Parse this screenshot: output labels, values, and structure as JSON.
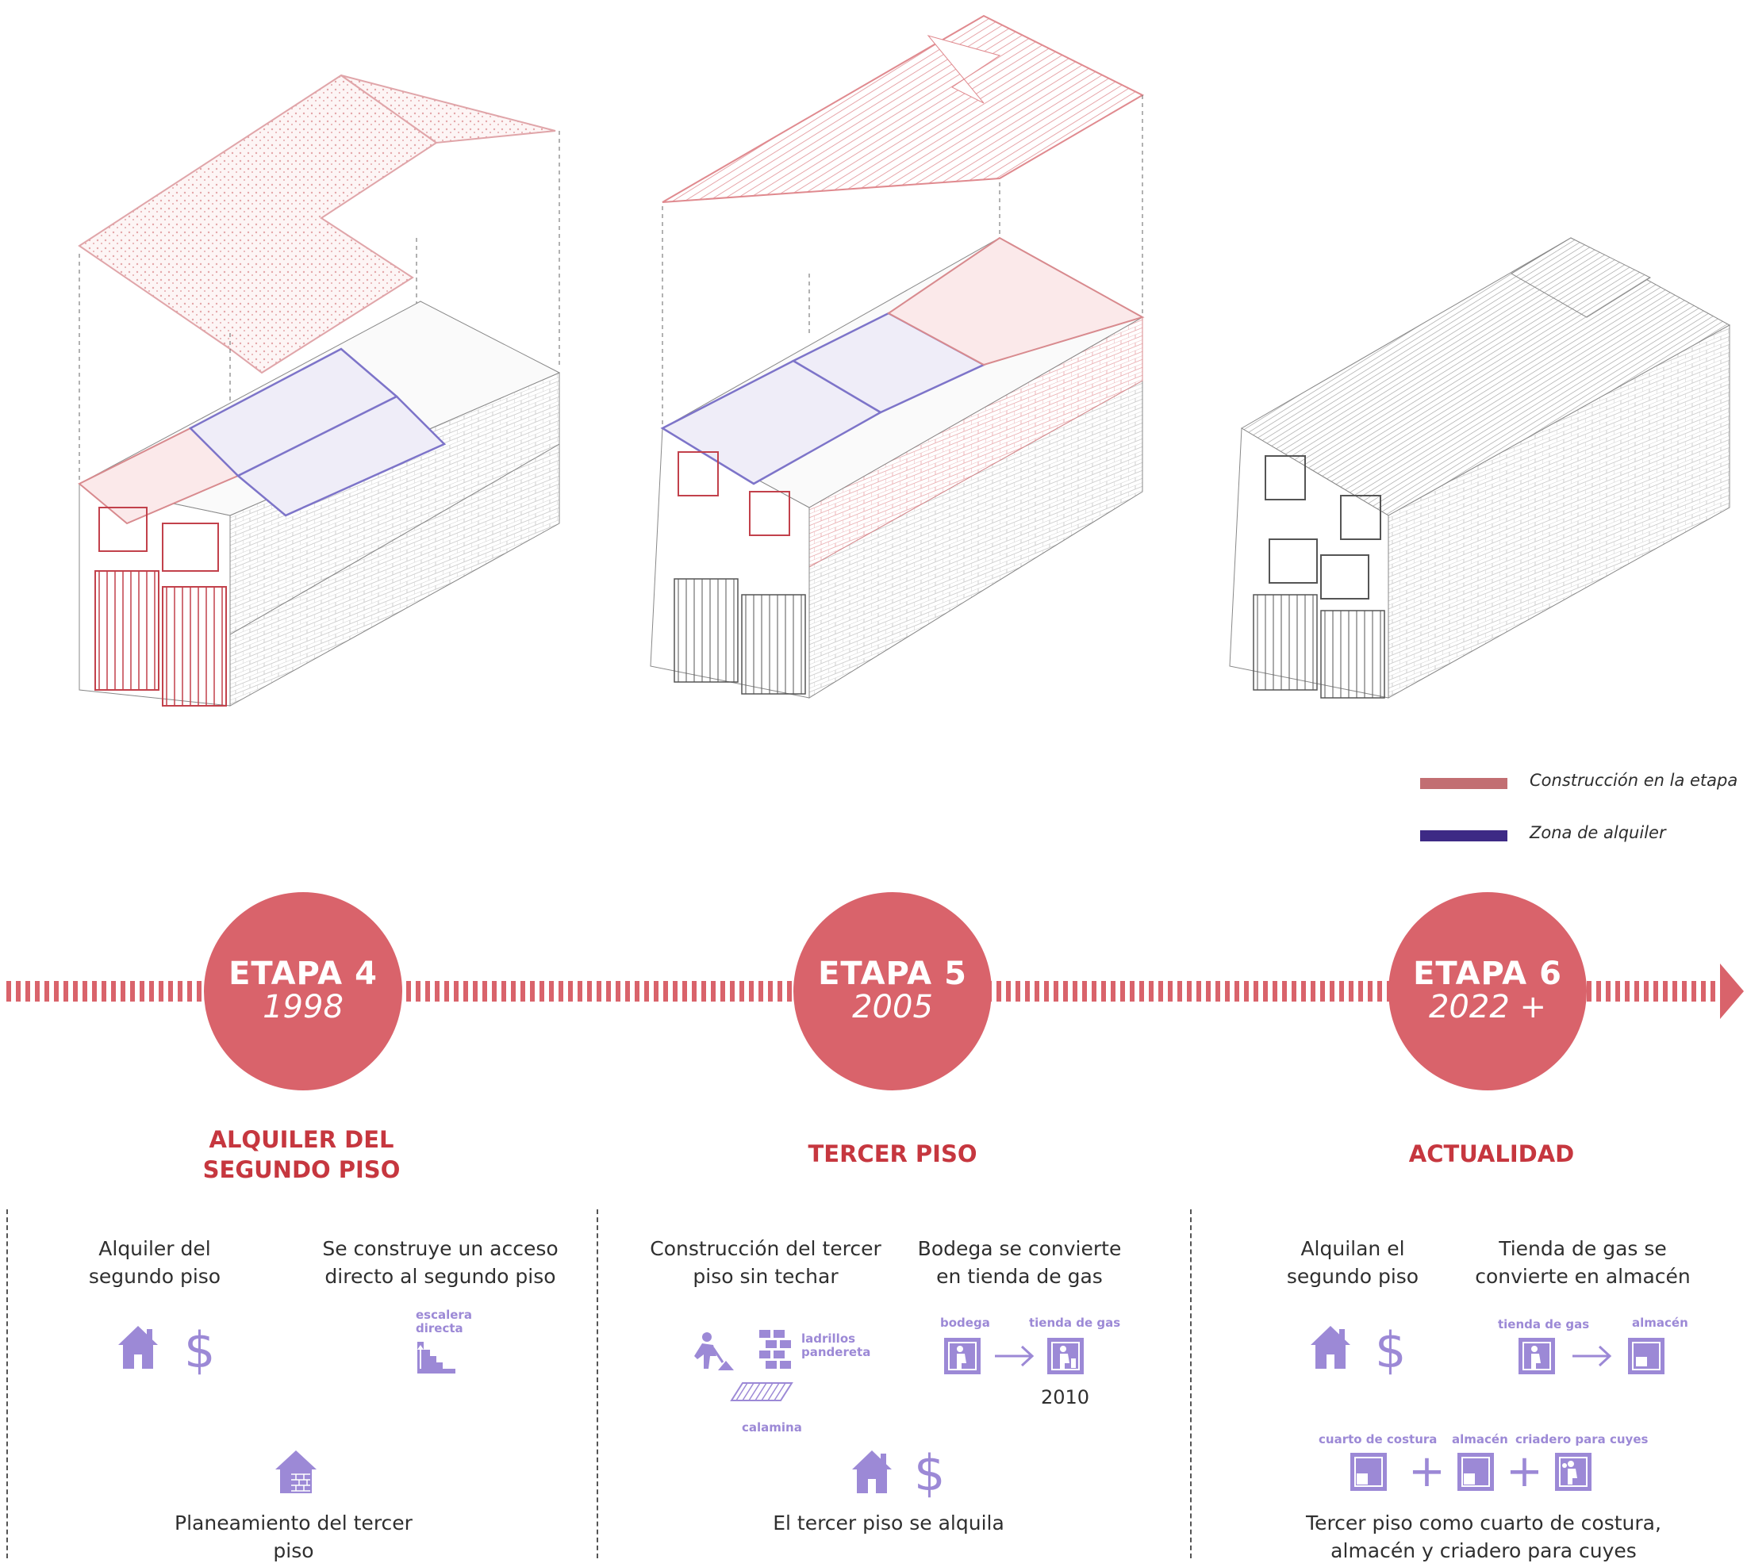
{
  "legend": [
    {
      "label": "Construcción en la etapa",
      "color": "#c26e72"
    },
    {
      "label": "Zona de alquiler",
      "color": "#3d2a85"
    }
  ],
  "colors": {
    "accent": "#d9636b",
    "heading": "#c6373f",
    "icon": "#9c89d6",
    "rent": "#7d74c9",
    "build": "#d88a8e"
  },
  "stages": [
    {
      "title": "ETAPA 4",
      "year": "1998",
      "heading": "ALQUILER DEL SEGUNDO PISO",
      "items": {
        "a": "Alquiler del segundo piso",
        "b": "Se construye un acceso directo al segundo piso",
        "b_icon_label": "escalera directa",
        "c": "Planeamiento del tercer piso"
      }
    },
    {
      "title": "ETAPA 5",
      "year": "2005",
      "heading": "TERCER PISO",
      "items": {
        "a": "Construcción del tercer piso sin techar",
        "a_label_1": "ladrillos pandereta",
        "a_label_2": "calamina",
        "b": "Bodega se convierte en tienda de gas",
        "b_label_1": "bodega",
        "b_label_2": "tienda de gas",
        "b_year": "2010",
        "c": "El tercer piso se alquila"
      }
    },
    {
      "title": "ETAPA 6",
      "year": "2022 +",
      "heading": "ACTUALIDAD",
      "items": {
        "a": "Alquilan el segundo piso",
        "b": "Tienda de gas se convierte en almacén",
        "b_label_1": "tienda de gas",
        "b_label_2": "almacén",
        "c_label_1": "cuarto de costura",
        "c_label_2": "almacén",
        "c_label_3": "criadero para cuyes",
        "c": "Tercer piso como cuarto de costura, almacén y criadero para cuyes"
      }
    }
  ],
  "symbols": {
    "dollar": "$",
    "plus": "+"
  }
}
